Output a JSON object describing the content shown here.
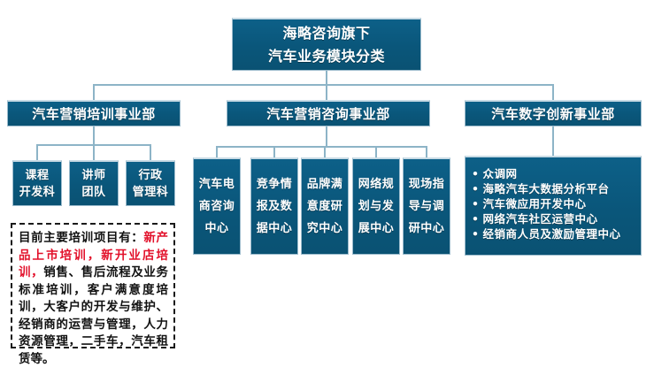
{
  "chart_data": {
    "type": "diagram",
    "title": "海略咨询旗下汽车业务模块分类",
    "layout": "org-chart",
    "levels": 3
  },
  "title": {
    "line1": "海略咨询旗下",
    "line2": "汽车业务模块分类"
  },
  "departments": [
    {
      "label": "汽车营销培训事业部"
    },
    {
      "label": "汽车营销咨询事业部"
    },
    {
      "label": "汽车数字创新事业部"
    }
  ],
  "training_units": [
    {
      "line1": "课程",
      "line2": "开发科"
    },
    {
      "line1": "讲师",
      "line2": "团队"
    },
    {
      "line1": "行政",
      "line2": "管理科"
    }
  ],
  "consulting_units": [
    {
      "line1": "汽车电",
      "line2": "商咨询",
      "line3": "中心"
    },
    {
      "line1": "竞争情",
      "line2": "报及数",
      "line3": "据中心"
    },
    {
      "line1": "品牌满",
      "line2": "意度研",
      "line3": "究中心"
    },
    {
      "line1": "网络规",
      "line2": "划与发",
      "line3": "展中心"
    },
    {
      "line1": "现场指",
      "line2": "导与调",
      "line3": "研中心"
    }
  ],
  "digital_units": [
    "众调网",
    "海略汽车大数据分析平台",
    "汽车微应用开发中心",
    "网络汽车社区运营中心",
    "经销商人员及激励管理中心"
  ],
  "note": {
    "prefix": "目前主要培训项目有：",
    "highlight": "新产品上市培训，新开业店培训，",
    "suffix": "销售、售后流程及业务标准培训，客户满意度培训，大客户的开发与维护、经销商的运营与管理，人力资源管理，二手车，汽车租赁等。"
  },
  "colors": {
    "box_fill": "#0a5676",
    "box_border": "#9dbccd",
    "connector": "#8db4c7",
    "highlight_red": "#e2102a",
    "text_light": "#ffffff",
    "text_dark": "#111111"
  }
}
